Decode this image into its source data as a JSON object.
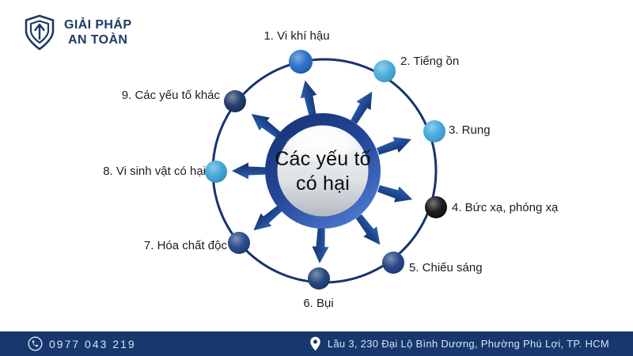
{
  "logo": {
    "title_line1": "GIẢI PHÁP",
    "title_line2": "AN TOÀN",
    "color": "#1e3a63"
  },
  "diagram": {
    "center": {
      "line1": "Các yếu tố",
      "line2": "có hại"
    },
    "spokes": [
      {
        "label": "1. Vi khí hậu",
        "color": "#1a63c4"
      },
      {
        "label": "2. Tiếng ồn",
        "color": "#3ba6d9"
      },
      {
        "label": "3. Rung",
        "color": "#35a2dc"
      },
      {
        "label": "4. Bức xạ,  phóng xạ",
        "color": "#060606"
      },
      {
        "label": "5. Chiếu sáng",
        "color": "#14387c"
      },
      {
        "label": "6. Bụi",
        "color": "#123672"
      },
      {
        "label": "7. Hóa chất độc",
        "color": "#153a80"
      },
      {
        "label": "8. Vi sinh vật có hại",
        "color": "#2f9fd6"
      },
      {
        "label": "9. Các yếu tố khác",
        "color": "#102a5c"
      }
    ],
    "colors": {
      "ring": "#16356e",
      "arrow_dark": "#11306b",
      "arrow_light": "#2e62b5"
    }
  },
  "footer": {
    "phone": "0977 043 219",
    "address": "Lầu 3, 230 Đại Lộ Bình Dương, Phường Phú Lợi, TP. HCM",
    "background": "#17376d"
  }
}
